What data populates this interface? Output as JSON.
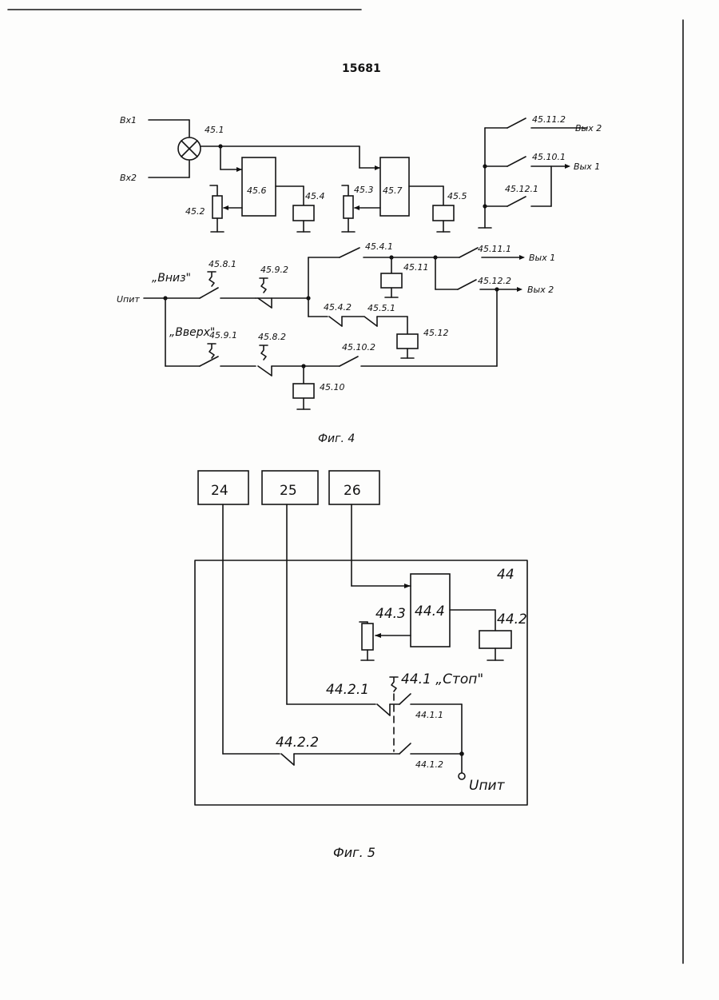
{
  "page": {
    "number": "15681"
  },
  "fig4": {
    "caption": "Фиг. 4",
    "labels": {
      "in1": "Вх1",
      "in2": "Вх2",
      "comp": "45.1",
      "pot1": "45.2",
      "pot2": "45.3",
      "relay1": "45.4",
      "relay2": "45.5",
      "amp1": "45.6",
      "amp2": "45.7",
      "k11_2": "45.11.2",
      "k10_1": "45.10.1",
      "k12_1": "45.12.1",
      "out2a": "Вых 2",
      "out1a": "Вых 1",
      "up": "Uпит",
      "down_btn": "„Вниз\"",
      "up_btn": "„Вверх\"",
      "s8_1": "45.8.1",
      "s9_2": "45.9.2",
      "s9_1": "45.9.1",
      "s8_2": "45.8.2",
      "k4_1": "45.4.1",
      "k4_2": "45.4.2",
      "k5_1": "45.5.1",
      "k11_1": "45.11.1",
      "k12_2": "45.12.2",
      "k10_2": "45.10.2",
      "r11": "45.11",
      "r12": "45.12",
      "r10": "45.10",
      "out1b": "Вых 1",
      "out2b": "Вых 2"
    }
  },
  "fig5": {
    "caption": "Фиг. 5",
    "blocks": [
      "24",
      "25",
      "26"
    ],
    "labels": {
      "unit": "44",
      "amp": "44.4",
      "pot": "44.3",
      "relay": "44.2",
      "stop": "44.1 „Стоп\"",
      "k2_1": "44.2.1",
      "k2_2": "44.2.2",
      "k1_1": "44.1.1",
      "k1_2": "44.1.2",
      "supply": "Uпит"
    }
  }
}
